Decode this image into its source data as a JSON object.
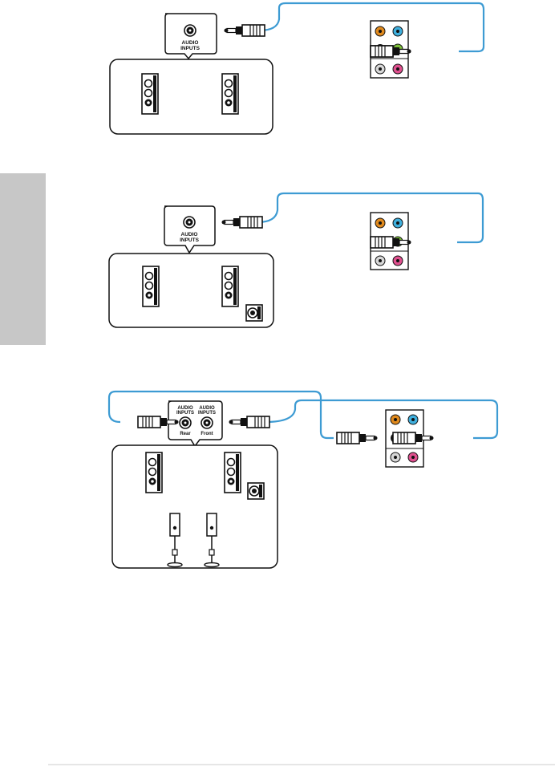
{
  "labels": {
    "audio_inputs_line1": "AUDIO",
    "audio_inputs_line2": "INPUTS",
    "rear": "Rear",
    "front": "Front"
  },
  "colors": {
    "cable": "#3d9bd3",
    "sidebar": "#c7c7c7",
    "port_orange": "#e08a1e",
    "port_blue": "#3fb0de",
    "port_black": "#111111",
    "port_green": "#7dbf3a",
    "port_gray": "#d8d8d8",
    "port_pink": "#e0508f",
    "footer_line": "#cccccc"
  },
  "icons": {
    "speaker": "floor-speaker-icon",
    "subwoofer": "subwoofer-icon",
    "stand_speaker": "stand-speaker-icon",
    "jack": "audio-jack-icon",
    "plug": "audio-plug-icon",
    "port_panel": "rear-audio-panel-icon"
  }
}
